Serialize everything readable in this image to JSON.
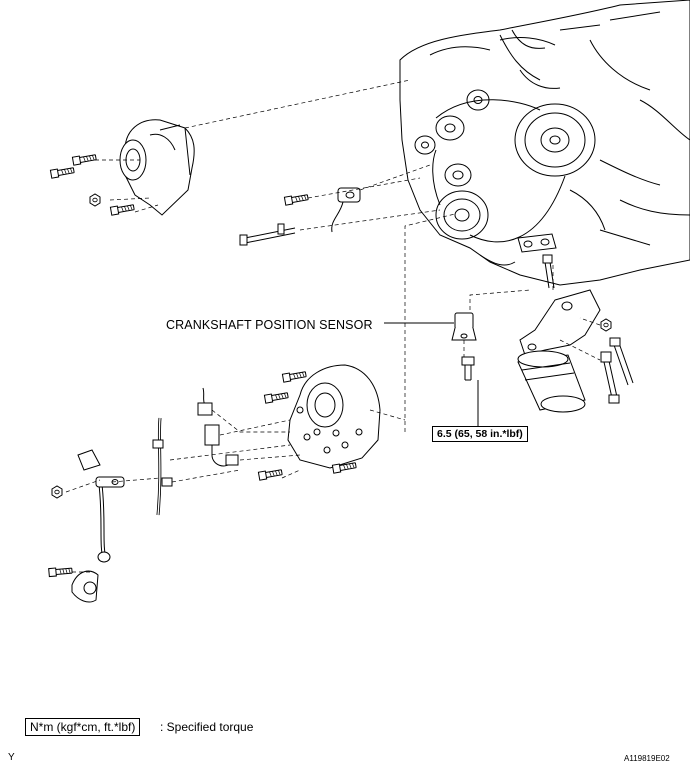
{
  "labels": {
    "sensor": "CRANKSHAFT POSITION SENSOR",
    "torque": "6.5 (65, 58 in.*lbf)"
  },
  "legend": {
    "unit_box": "N*m (kgf*cm, ft.*lbf)",
    "text": ": Specified torque"
  },
  "corner_code": "Y",
  "figure_id": "A119819E02",
  "icons": [
    "engine-block",
    "timing-cover",
    "water-pump",
    "oil-filter-bracket",
    "oil-filter",
    "crankshaft-position-sensor",
    "bolt",
    "nut",
    "stud",
    "wire-harness",
    "connector",
    "pipe"
  ],
  "colors": {
    "line": "#000000",
    "background": "#ffffff"
  }
}
